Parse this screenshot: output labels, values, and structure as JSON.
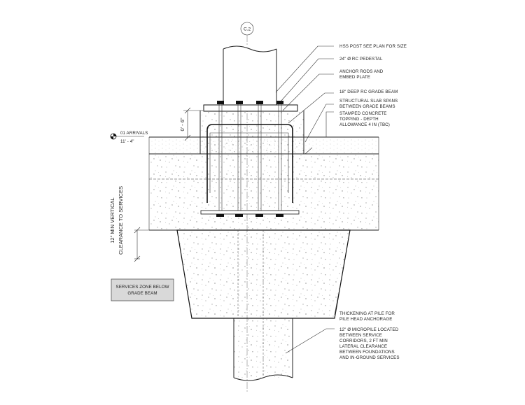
{
  "grid_bubble": "C.2",
  "labels": {
    "hss_post": "HSS POST SEE PLAN FOR SIZE",
    "pedestal": "24\" Ø RC PEDESTAL",
    "anchor_1": "ANCHOR RODS AND",
    "anchor_2": "EMBED PLATE",
    "grade_beam": "18\" DEEP RC GRADE BEAM",
    "slab_1": "STRUCTURAL SLAB SPANS",
    "slab_2": "BETWEEN GRADE BEAMS",
    "topping_1": "STAMPED CONCRETE",
    "topping_2": "TOPPING - DEPTH",
    "topping_3": "ALLOWANCE 4 IN (TBC)",
    "thickening_1": "THICKENING AT PILE FOR",
    "thickening_2": "PILE HEAD ANCHORAGE",
    "micropile_1": "12\" Ø MICROPILE LOCATED",
    "micropile_2": "BETWEEN SERVICE",
    "micropile_3": "CORRIDORS, 2 FT MIN",
    "micropile_4": "LATERAL CLEARANCE",
    "micropile_5": "BETWEEN FOUNDATIONS",
    "micropile_6": "AND IN-GROUND SERVICES"
  },
  "level": {
    "name": "01 ARRIVALS",
    "elevation": "11' - 4\""
  },
  "dimension": "0' - 6\"",
  "clearance": {
    "line1": "12\" MIN VERTICAL",
    "line2": "CLEARANCE TO SERVICES"
  },
  "services_box": {
    "line1": "SERVICES ZONE BELOW",
    "line2": "GRADE BEAM"
  },
  "colors": {
    "line": "#222222",
    "services_fill": "#d9d9d9"
  }
}
